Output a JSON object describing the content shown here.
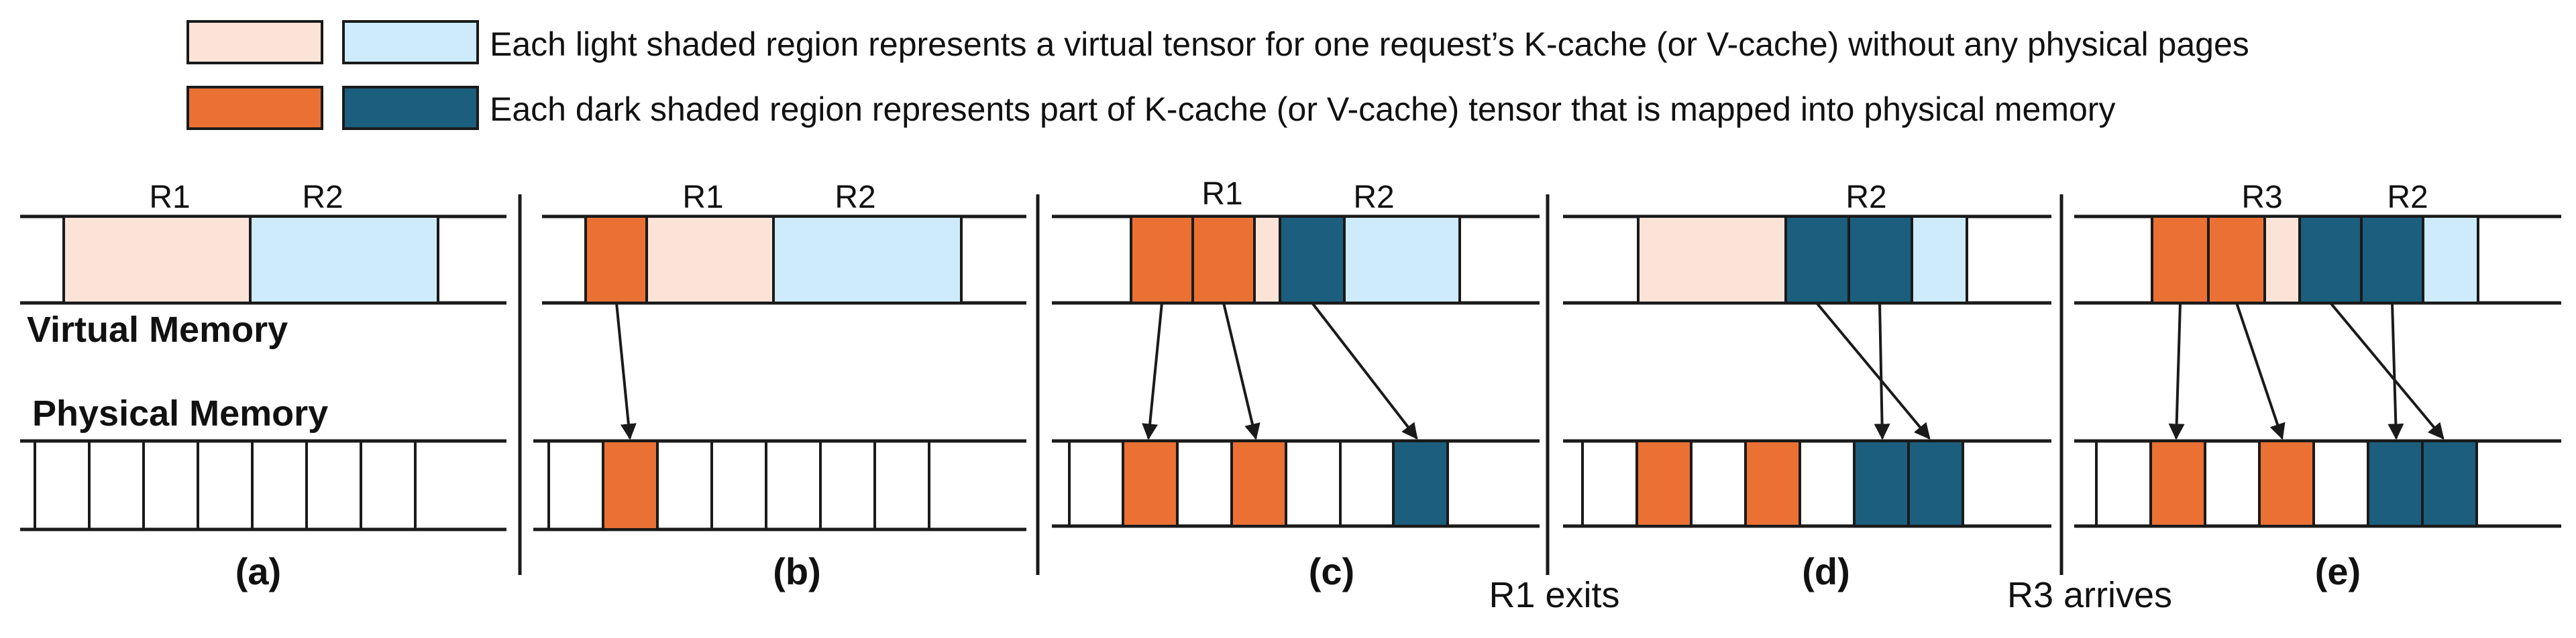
{
  "legend": {
    "light_text": "Each light shaded region represents a virtual tensor for one request’s K-cache (or V-cache) without any physical pages",
    "dark_text": "Each dark shaded region represents part of K-cache (or V-cache) tensor that is mapped into physical memory"
  },
  "labels": {
    "virtual_memory": "Virtual Memory",
    "physical_memory": "Physical Memory"
  },
  "colors": {
    "light_orange": "#FBE3D8",
    "light_blue": "#CDEBFA",
    "dark_orange": "#EA7133",
    "dark_blue": "#1B5E7E",
    "outline": "#1a1a1a"
  },
  "panels": [
    {
      "caption": "(a)",
      "request_labels": [
        "R1",
        "R2"
      ],
      "event": ""
    },
    {
      "caption": "(b)",
      "request_labels": [
        "R1",
        "R2"
      ],
      "event": ""
    },
    {
      "caption": "(c)",
      "request_labels": [
        "R1",
        "R2"
      ],
      "event": ""
    },
    {
      "caption": "(d)",
      "request_labels": [
        "R2"
      ],
      "event": "R1 exits"
    },
    {
      "caption": "(e)",
      "request_labels": [
        "R3",
        "R2"
      ],
      "event": "R3 arrives"
    }
  ]
}
